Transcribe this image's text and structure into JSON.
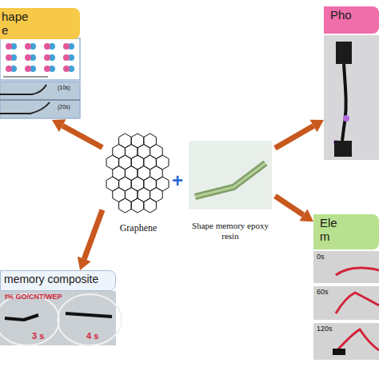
{
  "diagram": {
    "nodes": [
      {
        "text": [
          "hape e"
        ]
      },
      {
        "text": [
          "Graphene"
        ]
      },
      {
        "text": [
          "Shape memory epoxy resin"
        ]
      },
      {
        "text": [
          "Pho"
        ]
      },
      {
        "text": [
          "memory composite"
        ]
      },
      {
        "text": [
          "Ele m"
        ]
      }
    ],
    "edges": [
      {
        "from": 1,
        "to": 0,
        "arrow": "to"
      },
      {
        "from": 1,
        "to": 4,
        "arrow": "to"
      },
      {
        "from": 2,
        "to": 3,
        "arrow": "to"
      },
      {
        "from": 2,
        "to": 5,
        "arrow": "to"
      }
    ],
    "labels": [
      "+",
      "(10s)",
      "(20s)",
      "t% GO/CNT/WEP",
      "3 s",
      "4 s",
      "0s",
      "60s",
      "120s"
    ]
  }
}
